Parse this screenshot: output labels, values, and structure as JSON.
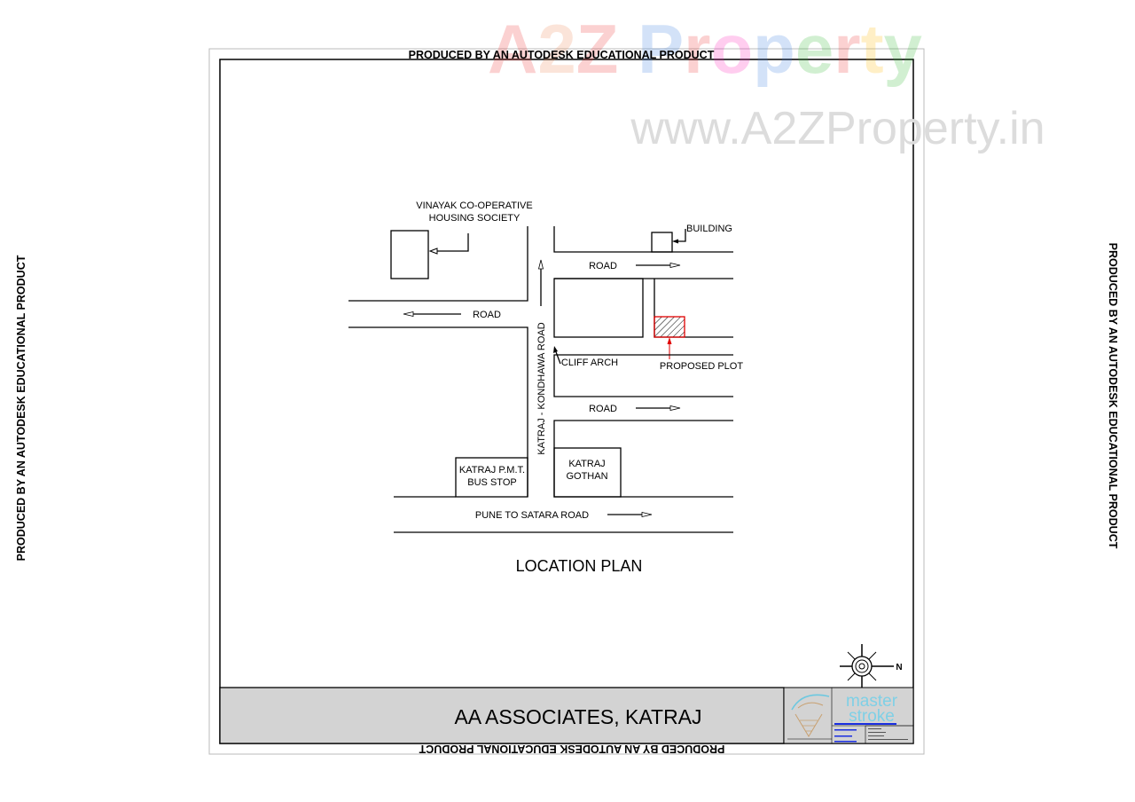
{
  "watermarks": {
    "autodesk": "PRODUCED BY AN AUTODESK EDUCATIONAL PRODUCT",
    "brand_logo": "A2Z Property",
    "brand_url": "www.A2ZProperty.in"
  },
  "map": {
    "society_label_1": "VINAYAK CO-OPERATIVE",
    "society_label_2": "HOUSING SOCIETY",
    "building_label": "BUILDING",
    "road_top": "ROAD",
    "road_left": "ROAD",
    "road_middle": "ROAD",
    "vertical_road": "KATRAJ - KONDHAWA  ROAD",
    "cliff_arch": "CLIFF ARCH",
    "proposed_plot": "PROPOSED PLOT",
    "bus_stop_1": "KATRAJ P.M.T.",
    "bus_stop_2": "BUS STOP",
    "gothan_1": "KATRAJ",
    "gothan_2": "GOTHAN",
    "main_road": "PUNE TO SATARA ROAD",
    "plan_title": "LOCATION PLAN",
    "north_label": "N"
  },
  "title_block": {
    "project": "AA ASSOCIATES, KATRAJ",
    "firm_line1": "master",
    "firm_line2": "stroke",
    "colors": {
      "firm": "#7fd0e6",
      "plot": "#e00000",
      "band": "#d3d3d3"
    }
  }
}
